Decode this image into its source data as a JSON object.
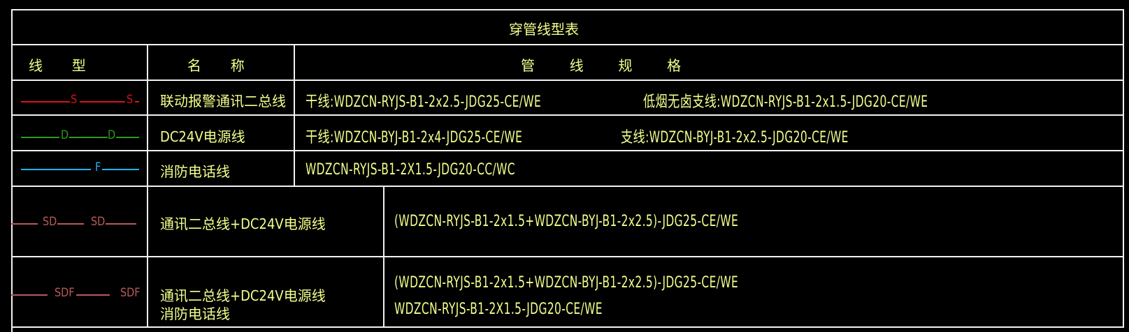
{
  "table": {
    "title": "穿管线型表",
    "headers": {
      "line_type": "线 型",
      "name": "名 称",
      "spec": "管 线 规 格"
    },
    "rows": [
      {
        "line_type": {
          "label": "S",
          "color": "#d4141b",
          "labels": [
            "S",
            "S"
          ]
        },
        "name": "联动报警通讯二总线",
        "spec_main": "干线:WDZCN-RYJS-B1-2x2.5-JDG25-CE/WE",
        "spec_branch": "低烟无卤支线:WDZCN-RYJS-B1-2x1.5-JDG20-CE/WE"
      },
      {
        "line_type": {
          "label": "D",
          "color": "#2e9a1e",
          "labels": [
            "D",
            "D"
          ]
        },
        "name": "DC24V电源线",
        "spec_main": "干线:WDZCN-BYJ-B1-2x4-JDG25-CE/WE",
        "spec_branch": "支线:WDZCN-BYJ-B1-2x2.5-JDG20-CE/WE"
      },
      {
        "line_type": {
          "label": "F",
          "color": "#1fb4f0",
          "labels": [
            "F"
          ]
        },
        "name": "消防电话线",
        "spec_main": "WDZCN-RYJS-B1-2X1.5-JDG20-CC/WC"
      },
      {
        "line_type": {
          "label": "SD",
          "color": "#b85a5a",
          "labels": [
            "SD",
            "SD"
          ]
        },
        "name": "通讯二总线+DC24V电源线",
        "spec_main": "(WDZCN-RYJS-B1-2x1.5+WDZCN-BYJ-B1-2x2.5)-JDG25-CE/WE"
      },
      {
        "line_type": {
          "label": "SDF",
          "color": "#b85a5a",
          "labels": [
            "SDF",
            "SDF"
          ]
        },
        "name_line1": "通讯二总线+DC24V电源线",
        "name_line2": "消防电话线",
        "spec_line1": "(WDZCN-RYJS-B1-2x1.5+WDZCN-BYJ-B1-2x2.5)-JDG25-CE/WE",
        "spec_line2": "WDZCN-RYJS-B1-2X1.5-JDG20-CE/WE"
      }
    ]
  },
  "colors": {
    "background": "#000000",
    "grid": "#f2f2f2",
    "text": "#f4ff8c"
  }
}
